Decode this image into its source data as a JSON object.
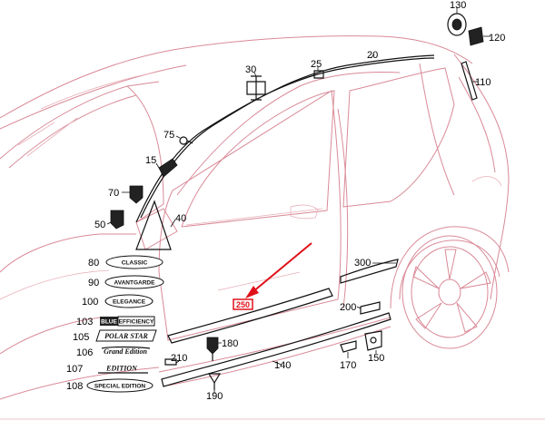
{
  "callouts": [
    {
      "id": "c130",
      "label": "130"
    },
    {
      "id": "c120",
      "label": "120"
    },
    {
      "id": "c20",
      "label": "20"
    },
    {
      "id": "c25",
      "label": "25"
    },
    {
      "id": "c30",
      "label": "30"
    },
    {
      "id": "c110",
      "label": "110"
    },
    {
      "id": "c75",
      "label": "75"
    },
    {
      "id": "c15",
      "label": "15"
    },
    {
      "id": "c70",
      "label": "70"
    },
    {
      "id": "c50",
      "label": "50"
    },
    {
      "id": "c40",
      "label": "40"
    },
    {
      "id": "c80",
      "label": "80"
    },
    {
      "id": "c90",
      "label": "90"
    },
    {
      "id": "c100",
      "label": "100"
    },
    {
      "id": "c103",
      "label": "103"
    },
    {
      "id": "c105",
      "label": "105"
    },
    {
      "id": "c106",
      "label": "106"
    },
    {
      "id": "c107",
      "label": "107"
    },
    {
      "id": "c108",
      "label": "108"
    },
    {
      "id": "c300",
      "label": "300"
    },
    {
      "id": "c200",
      "label": "200"
    },
    {
      "id": "c180",
      "label": "180"
    },
    {
      "id": "c210",
      "label": "210"
    },
    {
      "id": "c140",
      "label": "140"
    },
    {
      "id": "c170",
      "label": "170"
    },
    {
      "id": "c150",
      "label": "150"
    },
    {
      "id": "c190",
      "label": "190"
    }
  ],
  "badges": {
    "classic": "CLASSIC",
    "avantgarde": "AVANTGARDE",
    "elegance": "ELEGANCE",
    "blue": "BLUE",
    "efficiency": "EFFICIENCY",
    "polar_star": "POLAR STAR",
    "grand_edition": "Grand Edition",
    "edition": "EDITION",
    "special_edition": "SPECIAL EDITION"
  },
  "highlight": {
    "label": "250"
  },
  "colors": {
    "accent": "#e0101a",
    "line_art": "#d98a97",
    "parts": "#111111"
  }
}
